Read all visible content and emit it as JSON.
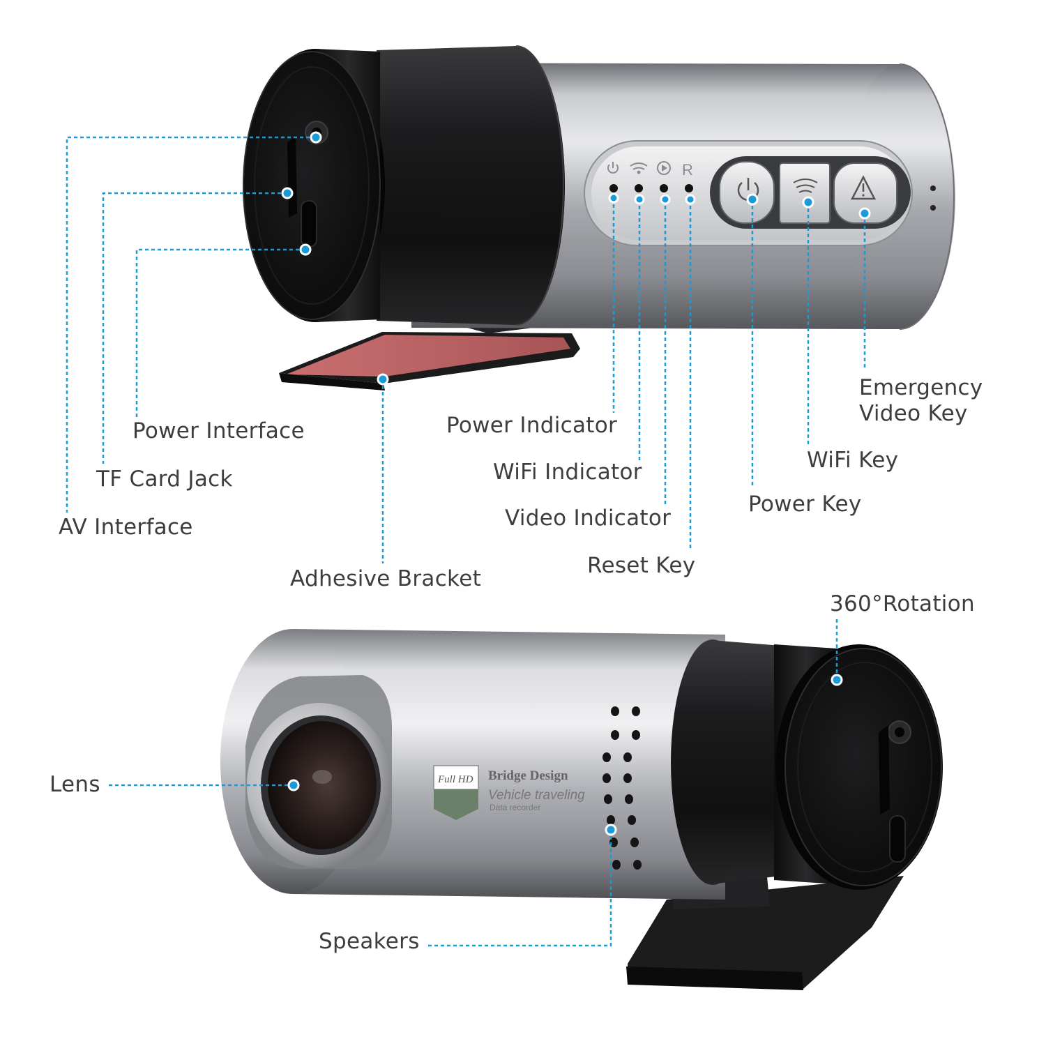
{
  "colors": {
    "accent": "#1a9ad6",
    "label_text": "#3d3d3d",
    "body_silver": "#a9abb0",
    "body_black": "#161616",
    "adhesive_red": "#b86466"
  },
  "icons": {
    "power": "power-icon",
    "wifi": "wifi-icon",
    "video": "play-icon",
    "reset": "reset-icon",
    "emergency": "warning-triangle-icon"
  },
  "panel_glyphs": {
    "reset_letter": "R"
  },
  "badge": {
    "full_hd": "Full HD",
    "brand": "Bridge Design",
    "line1": "Vehicle traveling",
    "line2": "Data recorder"
  },
  "callouts": {
    "power_interface": "Power Interface",
    "tf_card_jack": "TF Card Jack",
    "av_interface": "AV Interface",
    "adhesive_bracket": "Adhesive Bracket",
    "power_indicator": "Power Indicator",
    "wifi_indicator": "WiFi Indicator",
    "video_indicator": "Video Indicator",
    "reset_key": "Reset Key",
    "emergency_video_key_line1": "Emergency",
    "emergency_video_key_line2": "Video Key",
    "wifi_key": "WiFi Key",
    "power_key": "Power Key",
    "rotation": "360°Rotation",
    "lens": "Lens",
    "speakers": "Speakers"
  }
}
